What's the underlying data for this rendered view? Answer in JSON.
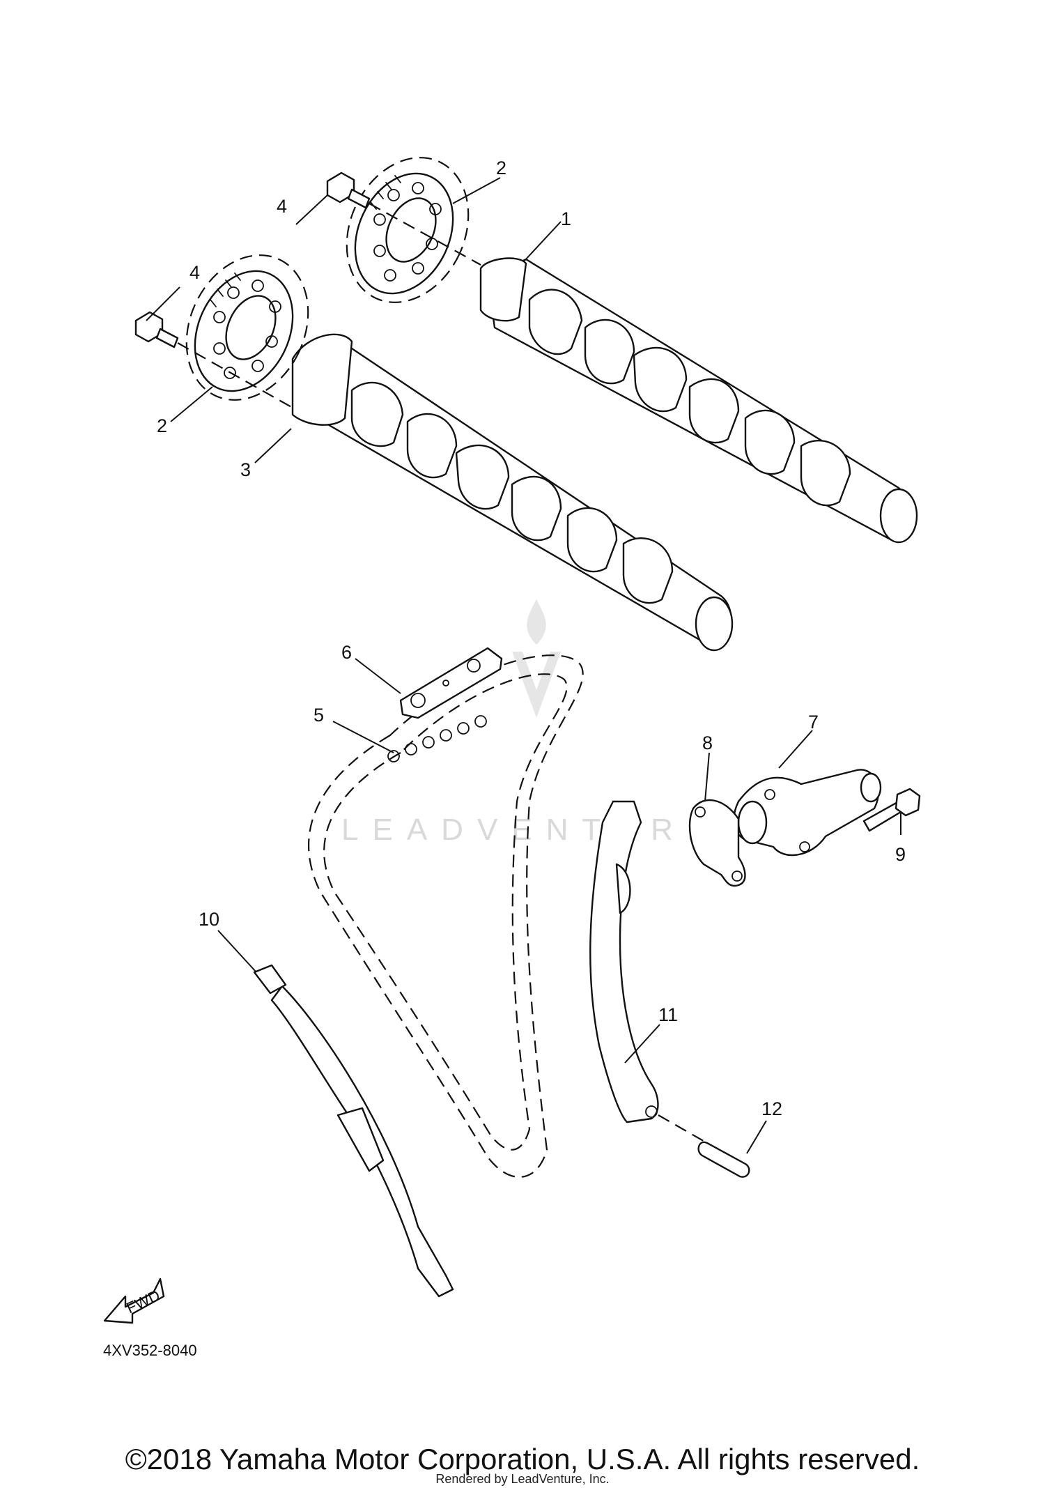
{
  "diagram": {
    "callouts": [
      "1",
      "2",
      "3",
      "4",
      "5",
      "6",
      "7",
      "8",
      "9",
      "10",
      "11",
      "12"
    ],
    "callout_instances": {
      "part_1": "1",
      "part_2_upper": "2",
      "part_2_lower": "2",
      "part_3": "3",
      "part_4_upper": "4",
      "part_4_lower": "4",
      "part_5": "5",
      "part_6": "6",
      "part_7": "7",
      "part_8": "8",
      "part_9": "9",
      "part_10": "10",
      "part_11": "11",
      "part_12": "12"
    },
    "direction_label": "FWD",
    "diagram_code": "4XV352-8040",
    "watermark": "LEADVENTURE"
  },
  "footer": {
    "copyright": "©2018 Yamaha Motor Corporation, U.S.A. All rights reserved.",
    "rendered_by": "Rendered by LeadVenture, Inc."
  }
}
